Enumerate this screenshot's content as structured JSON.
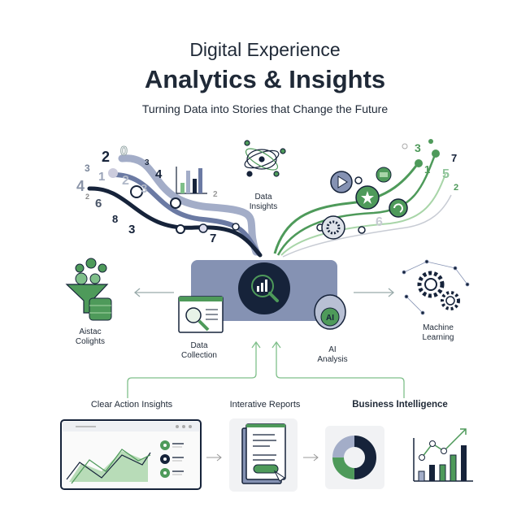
{
  "header": {
    "title_line1": "Digital Experience",
    "title_line2": "Analytics & Insights",
    "subtitle": "Turning Data into Stories that Change the Future"
  },
  "streams": {
    "left_numbers": [
      "2",
      "0",
      "3",
      "4",
      "3",
      "1",
      "2",
      "3",
      "4",
      "6",
      "2",
      "8",
      "3",
      "7",
      "2"
    ],
    "right_numbers": [
      "3",
      "7",
      "1",
      "5",
      "2",
      "6"
    ],
    "data_insights_label": [
      "Data",
      "Insights"
    ]
  },
  "hub": {
    "left_item": [
      "Aistac",
      "Colights"
    ],
    "data_collection": [
      "Data",
      "Collection"
    ],
    "ai_analysis": [
      "AI",
      "Analysis"
    ],
    "ai_badge": "AI",
    "machine_learning": [
      "Machine",
      "Learning"
    ]
  },
  "bottom": {
    "clear_action": "Clear Action Insights",
    "interactive_reports": "Interative Reports",
    "business_intelligence": "Business Intelligence"
  },
  "colors": {
    "navy": "#16233a",
    "slate": "#8592b3",
    "green": "#4e9a5a",
    "light_green": "#a8d5a8"
  }
}
